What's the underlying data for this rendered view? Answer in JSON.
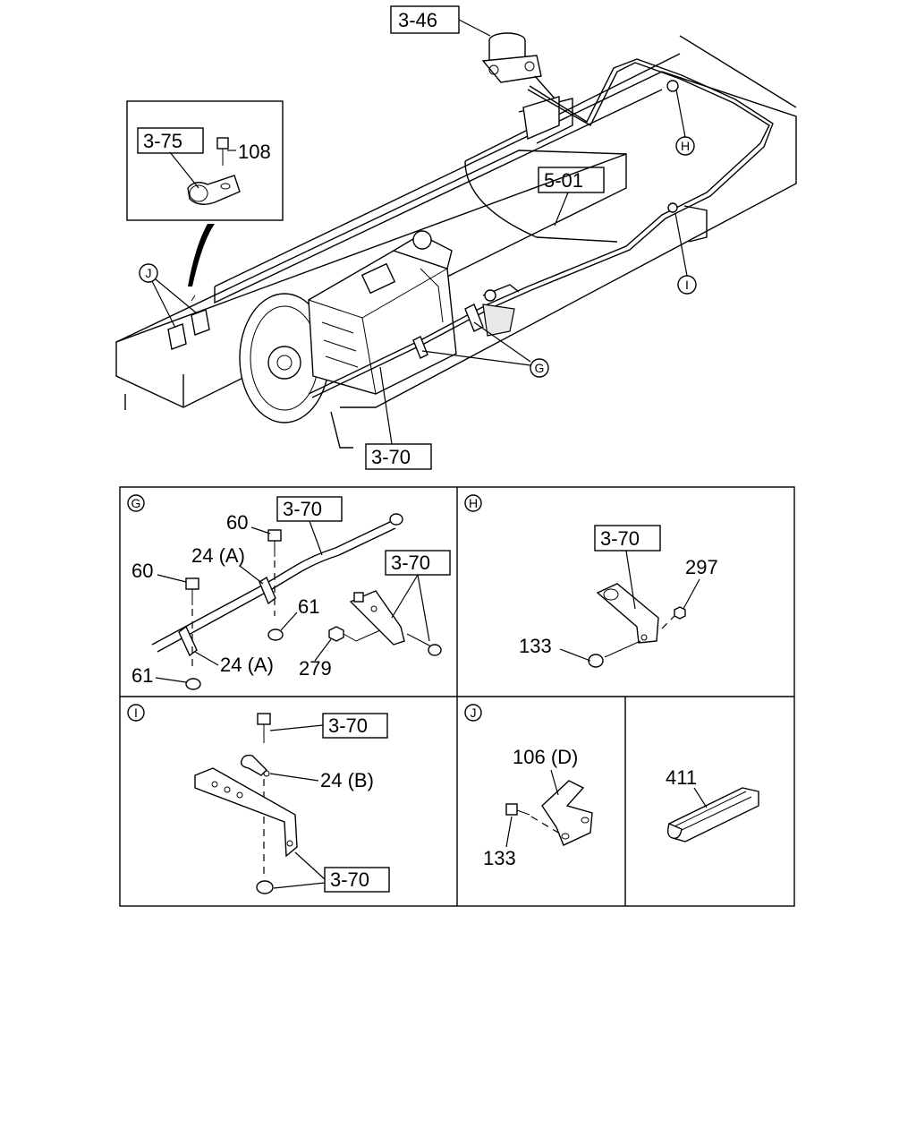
{
  "overview": {
    "refs": {
      "r346": "3-46",
      "r375": "3-75",
      "r501": "5-01",
      "r370": "3-70"
    },
    "part_108": "108",
    "markers": {
      "G": "G",
      "H": "H",
      "I": "I",
      "J": "J"
    }
  },
  "detail_g": {
    "marker": "G",
    "ref_a": "3-70",
    "ref_b": "3-70",
    "p60_top": "60",
    "p60_left": "60",
    "p24a_top": "24 (A)",
    "p24a_bottom": "24 (A)",
    "p61_right": "61",
    "p61_left": "61",
    "p279": "279"
  },
  "detail_h": {
    "marker": "H",
    "ref": "3-70",
    "p297": "297",
    "p133": "133"
  },
  "detail_i": {
    "marker": "I",
    "ref_top": "3-70",
    "ref_bottom": "3-70",
    "p24b": "24 (B)"
  },
  "detail_j": {
    "marker": "J",
    "p106d": "106 (D)",
    "p133": "133",
    "p411": "411"
  }
}
